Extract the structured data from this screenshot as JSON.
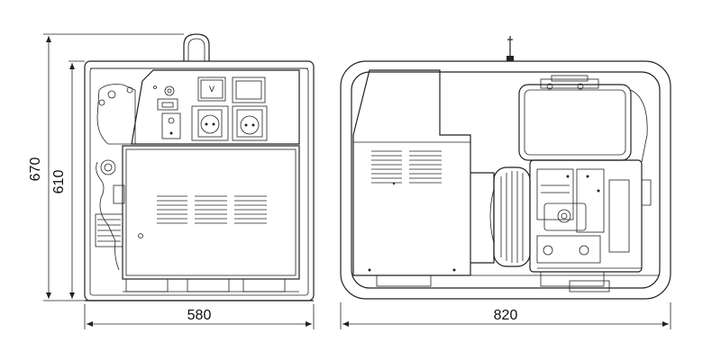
{
  "dimensions": {
    "front_total_height": "670",
    "front_frame_height": "610",
    "front_width": "580",
    "side_length": "820"
  },
  "panel": {
    "meter_label": "V"
  }
}
